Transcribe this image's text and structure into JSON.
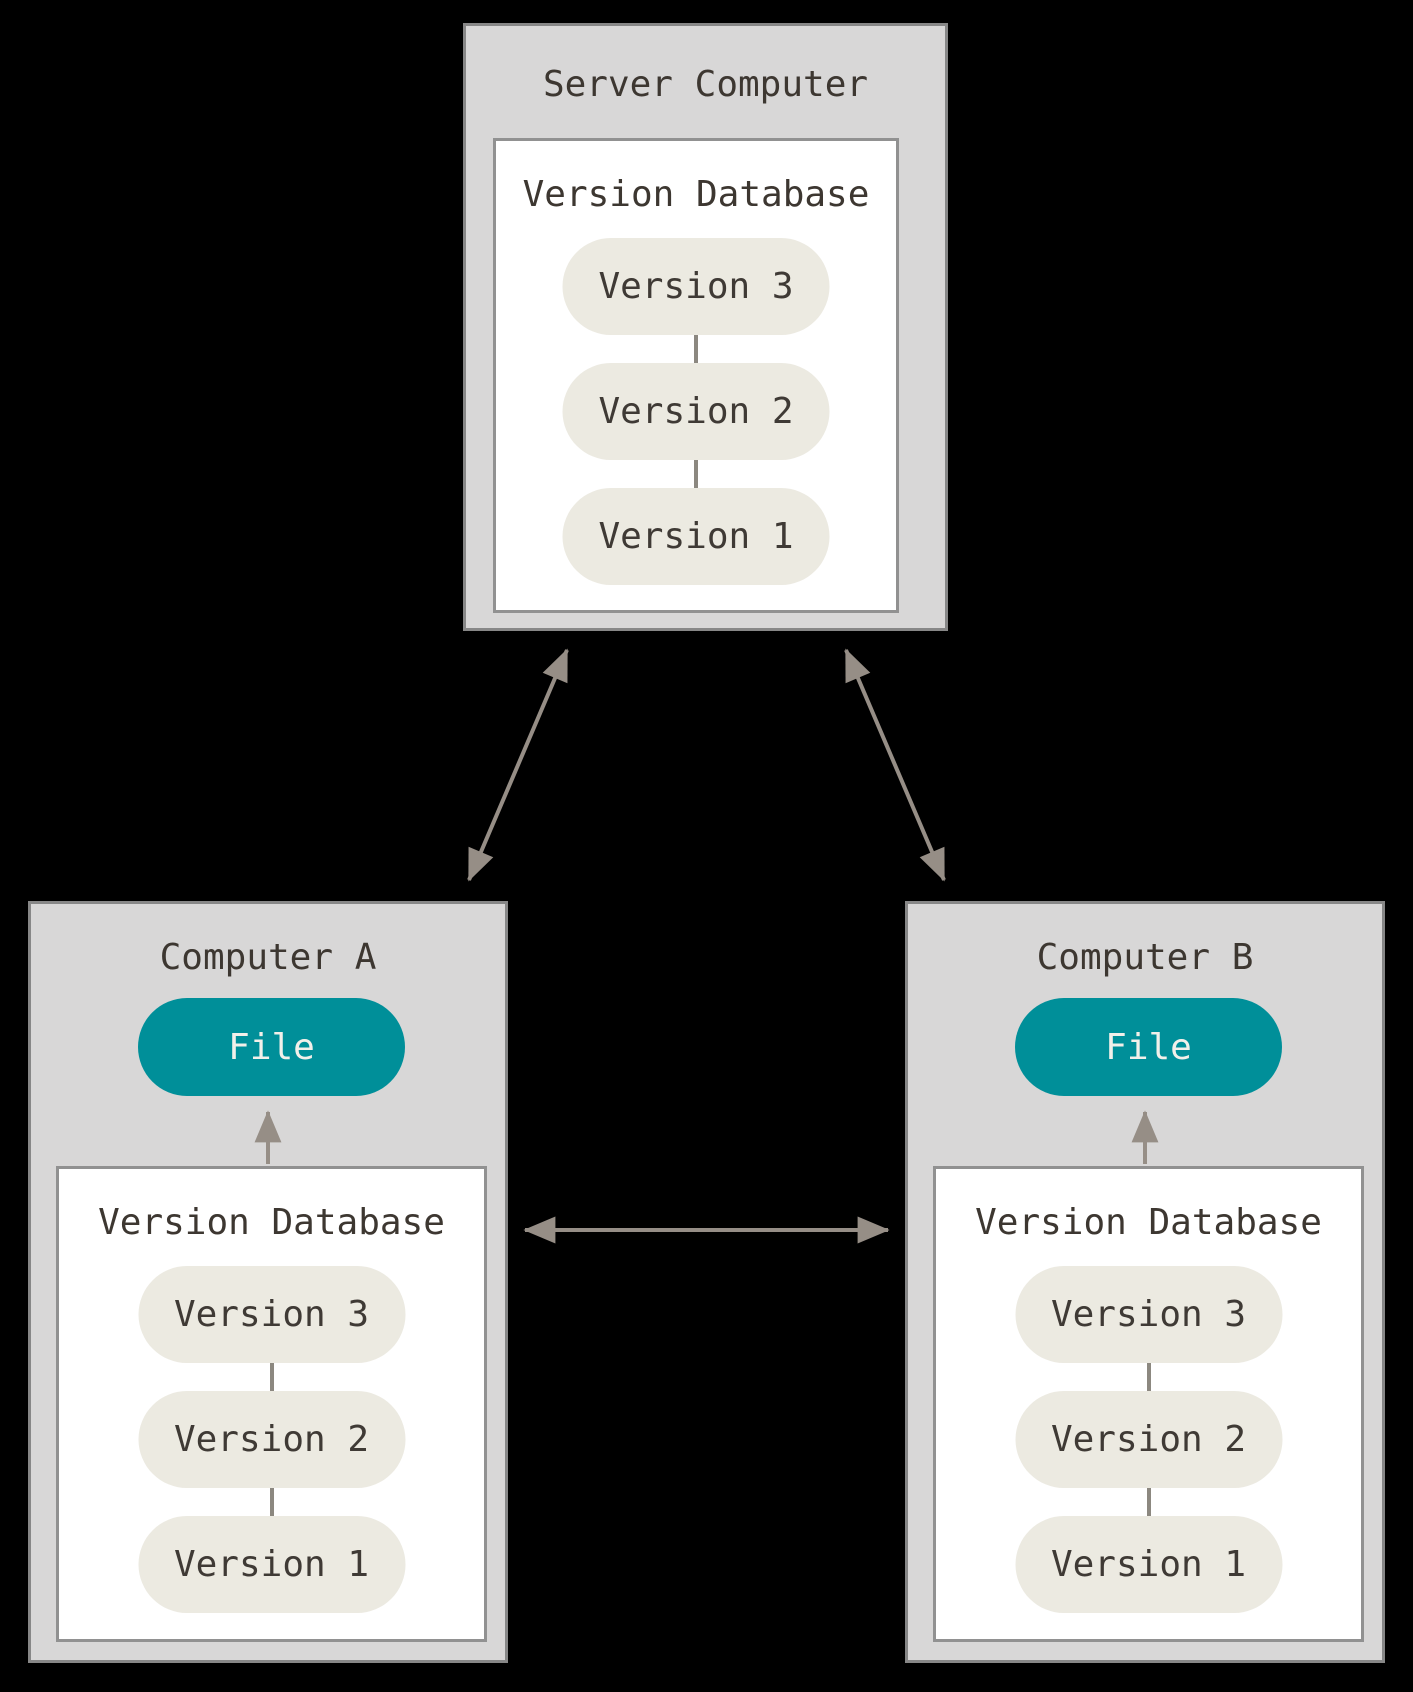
{
  "colors": {
    "background": "#000000",
    "box_fill": "#D8D7D7",
    "box_border": "#878787",
    "inner_fill": "#FFFFFF",
    "inner_border": "#919191",
    "version_pill_fill": "#ECEAE1",
    "file_pill_fill": "#008F99",
    "file_pill_text": "#F2F0EA",
    "text_dark": "#3D3731",
    "arrow": "#968E86"
  },
  "server": {
    "title": "Server Computer",
    "db": {
      "label": "Version Database",
      "versions": [
        "Version 3",
        "Version 2",
        "Version 1"
      ]
    }
  },
  "computer_a": {
    "title": "Computer A",
    "file_label": "File",
    "db": {
      "label": "Version Database",
      "versions": [
        "Version 3",
        "Version 2",
        "Version 1"
      ]
    }
  },
  "computer_b": {
    "title": "Computer B",
    "file_label": "File",
    "db": {
      "label": "Version Database",
      "versions": [
        "Version 3",
        "Version 2",
        "Version 1"
      ]
    }
  }
}
